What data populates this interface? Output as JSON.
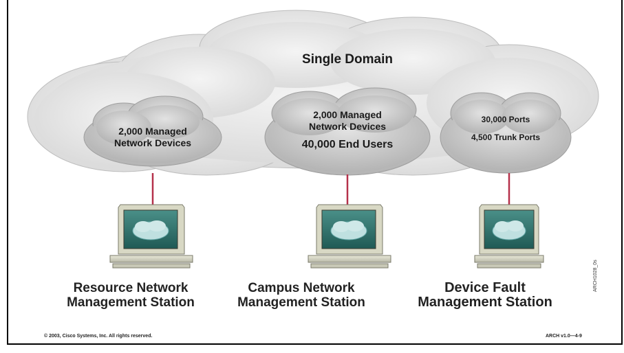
{
  "title": "Single Domain",
  "clouds": [
    {
      "lines": [
        "2,000 Managed",
        "Network Devices"
      ]
    },
    {
      "lines": [
        "2,000 Managed",
        "Network Devices",
        "40,000 End Users"
      ]
    },
    {
      "lines": [
        "30,000 Ports",
        "4,500 Trunk Ports"
      ]
    }
  ],
  "stations": [
    {
      "line1": "Resource Network",
      "line2": "Management Station"
    },
    {
      "line1": "Campus Network",
      "line2": "Management Station"
    },
    {
      "line1": "Device Fault",
      "line2": "Management Station"
    }
  ],
  "footer": {
    "copyright": "© 2003, Cisco Systems, Inc. All rights reserved.",
    "version": "ARCH v1.0—4-9"
  },
  "side_code": "ARCH1028_0s",
  "colors": {
    "cloud_outer": "#e6e6e6",
    "cloud_inner": "#c8c8c8",
    "link": "#b5304a",
    "monitor_screen": "#2f6f6a"
  }
}
